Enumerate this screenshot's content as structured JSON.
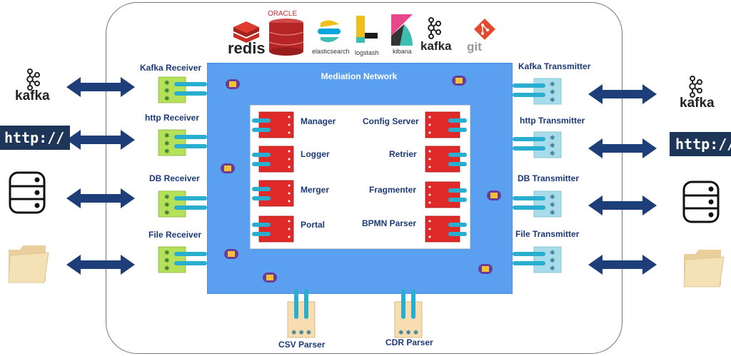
{
  "network": {
    "title": "Mediation Network"
  },
  "receivers": [
    {
      "label": "Kafka Receiver"
    },
    {
      "label": "http Receiver"
    },
    {
      "label": "DB Receiver"
    },
    {
      "label": "File Receiver"
    }
  ],
  "transmitters": [
    {
      "label": "Kafka Transmitter"
    },
    {
      "label": "http Transmitter"
    },
    {
      "label": "DB Transmitter"
    },
    {
      "label": "File Transmitter"
    }
  ],
  "services_left": [
    {
      "label": "Manager"
    },
    {
      "label": "Logger"
    },
    {
      "label": "Merger"
    },
    {
      "label": "Portal"
    }
  ],
  "services_right": [
    {
      "label": "Config Server"
    },
    {
      "label": "Retrier"
    },
    {
      "label": "Fragmenter"
    },
    {
      "label": "BPMN Parser"
    }
  ],
  "parsers": [
    {
      "label": "CSV Parser"
    },
    {
      "label": "CDR Parser"
    }
  ],
  "external": {
    "kafka_left": "kafka",
    "http_left": "http://",
    "kafka_right": "kafka",
    "http_right": "http://"
  },
  "tech": {
    "redis": "redis",
    "oracle": "ORACLE",
    "elasticsearch": "elasticsearch",
    "logstash": "logstash",
    "kibana": "kibana",
    "kafka": "kafka",
    "git": "git"
  },
  "icons": {
    "kafka": "kafka-icon",
    "database": "database-icon",
    "folder": "folder-icon"
  },
  "colors": {
    "network": "#5b9ff0",
    "label": "#1b3a77",
    "arrow": "#1d3e78",
    "receiver": "#b5e05a",
    "transmitter": "#a9dcea",
    "service": "#e02a2a",
    "connector": "#2aaed0"
  }
}
